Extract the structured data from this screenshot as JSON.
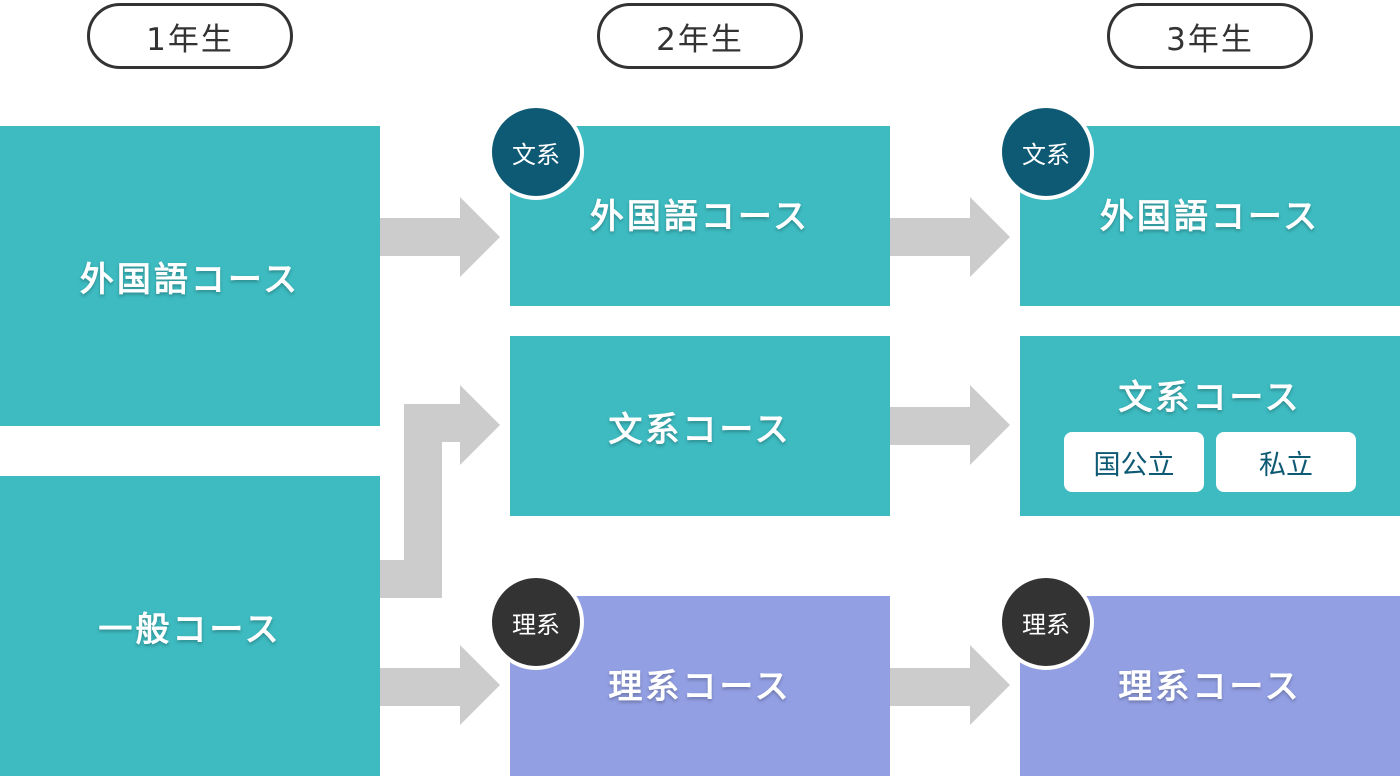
{
  "years": [
    "1年生",
    "2年生",
    "3年生"
  ],
  "year1": {
    "foreign": "外国語コース",
    "general": "一般コース"
  },
  "year2": {
    "foreign": "外国語コース",
    "humanities": "文系コース",
    "science": "理系コース"
  },
  "year3": {
    "foreign": "外国語コース",
    "humanities": "文系コース",
    "humanities_options": [
      "国公立",
      "私立"
    ],
    "science": "理系コース"
  },
  "badges": {
    "humanities": "文系",
    "science": "理系"
  },
  "colors": {
    "teal": "#3dbbc0",
    "purple": "#929fe3",
    "badge_humanities": "#0e5a75",
    "badge_science": "#333333",
    "arrow": "#cccccc"
  }
}
